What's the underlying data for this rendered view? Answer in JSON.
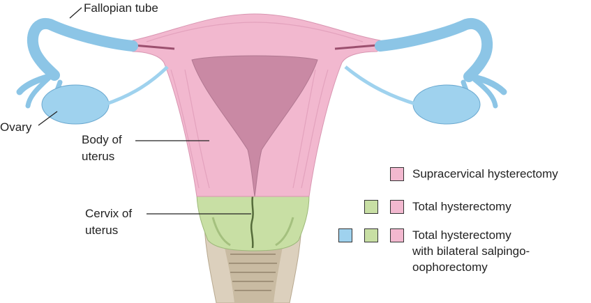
{
  "labels": {
    "fallopian_tube": "Fallopian tube",
    "ovary": "Ovary",
    "body_of_uterus_line1": "Body of",
    "body_of_uterus_line2": "uterus",
    "cervix_line1": "Cervix of",
    "cervix_line2": "uterus"
  },
  "legend": {
    "supracervical": "Supracervical hysterectomy",
    "total": "Total hysterectomy",
    "total_bso_line1": "Total hysterectomy",
    "total_bso_line2": "with bilateral salpingo-",
    "total_bso_line3": "oophorectomy"
  },
  "colors": {
    "pink_region": "#f2b8cf",
    "green_region": "#c8dfa4",
    "blue_region": "#9fd2ee",
    "cavity": "#c989a4",
    "vagina": "#d9ccb8"
  }
}
